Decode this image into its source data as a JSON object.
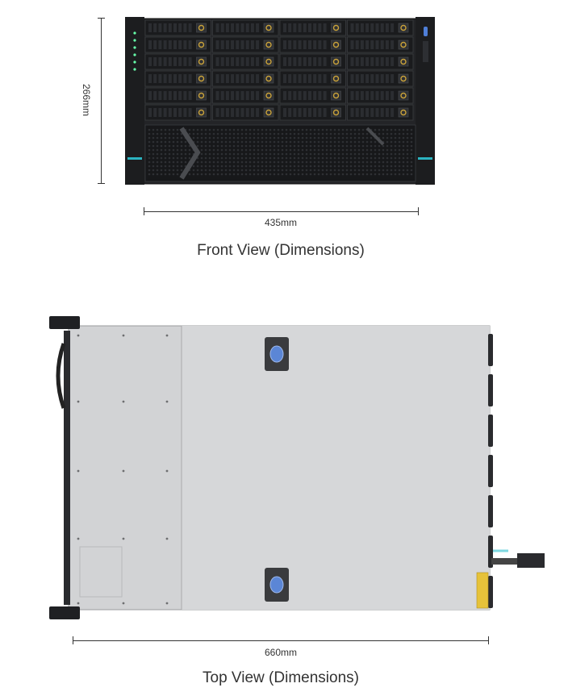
{
  "front_view": {
    "height_label": "266mm",
    "width_label": "435mm",
    "caption": "Front View (Dimensions)"
  },
  "top_view": {
    "depth_label": "660mm",
    "caption": "Top View (Dimensions)"
  },
  "colors": {
    "chassis_dark": "#1c1d1f",
    "bay_handle": "#c9a23a",
    "accent_teal": "#2bb3c0",
    "lid_gray": "#d2d3d5",
    "button_blue": "#5b86d6",
    "warning_label": "#e6c23a"
  }
}
